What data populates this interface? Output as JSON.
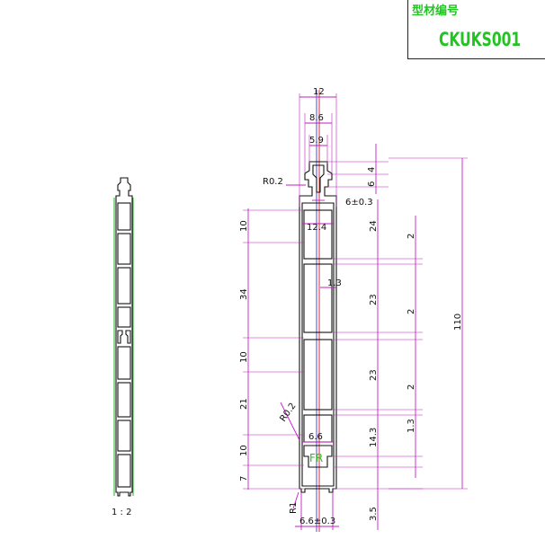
{
  "title_block": {
    "label": "型材编号",
    "code": "CKUKS001"
  },
  "small_view": {
    "scale": "1 : 2"
  },
  "dimensions": {
    "top_width": "12",
    "width_86": "8.6",
    "width_59": "5.9",
    "radius_top": "R0.2",
    "tol_6": "6±0.3",
    "right_4": "4",
    "right_6": "6",
    "inner_width": "12.4",
    "slot_13": "1.3",
    "left_10a": "10",
    "left_34": "34",
    "left_10b": "10",
    "left_21": "21",
    "left_10c": "10",
    "left_7": "7",
    "mid_24": "24",
    "mid_23a": "23",
    "mid_23b": "23",
    "mid_143": "14.3",
    "mid_35": "3.5",
    "gap_2a": "2",
    "gap_2b": "2",
    "gap_2c": "2",
    "gap_13": "1.3",
    "overall_110": "110",
    "radius_low": "R0.2",
    "width_66": "6.6",
    "fr_label": "FR",
    "radius_r1": "R1",
    "tol_66": "6.6±0.3"
  },
  "colors": {
    "body": "#111111",
    "dimension": "#c21ec2",
    "accent_green": "#21c421",
    "centerline_blue": "#2a3fd8",
    "centerline_red": "#d01818"
  }
}
